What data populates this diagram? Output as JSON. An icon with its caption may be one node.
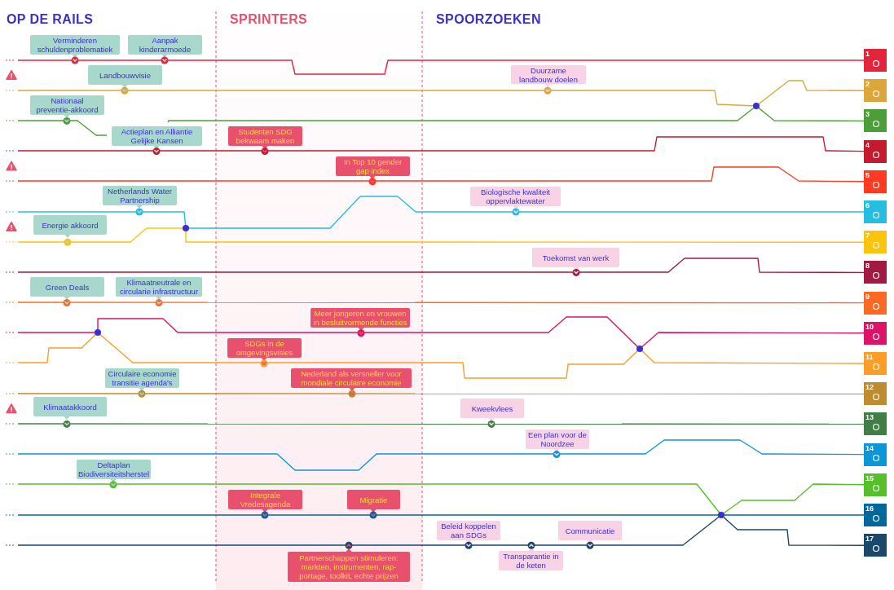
{
  "diagram": {
    "nodes": [
      {
        "text": [
          "Verminderen schuldenproblematiek"
        ]
      },
      {
        "text": [
          "Aanpak kinderarmoede"
        ]
      },
      {
        "text": [
          "Landbouwvisie"
        ]
      },
      {
        "text": [
          "Nationaal preventie-akkoord"
        ]
      },
      {
        "text": [
          "Actieplan en Alliantie Gelijke Kansen"
        ]
      },
      {
        "text": [
          "Studenten SDG bekwaam maken"
        ]
      },
      {
        "text": [
          "In Top 10 gender gap index"
        ]
      },
      {
        "text": [
          "Netherlands Water Partnership"
        ]
      },
      {
        "text": [
          "Energie akkoord"
        ]
      },
      {
        "text": [
          "Green Deals"
        ]
      },
      {
        "text": [
          "Klimaatneutrale en circularie infrastructuur"
        ]
      },
      {
        "text": [
          "Meer jongeren en vrouwen in besluitvormende functies"
        ]
      },
      {
        "text": [
          "SDGs in de omgevingsvisies"
        ]
      },
      {
        "text": [
          "Circulaire economie transitie agenda's"
        ]
      },
      {
        "text": [
          "Nederland als versneller voor mondiale circulaire economie"
        ]
      },
      {
        "text": [
          "Klimaatakkoord"
        ]
      },
      {
        "text": [
          "Deltaplan Biodiversiteitsherstel"
        ]
      },
      {
        "text": [
          "Integrale Vredesagenda"
        ]
      },
      {
        "text": [
          "Migratie"
        ]
      },
      {
        "text": [
          "Partnerschappen stimuleren: markten, instrumenten, rap-portage, toolkit, echte prijzen"
        ]
      },
      {
        "text": [
          "Duurzame landbouw doelen"
        ]
      },
      {
        "text": [
          "Biologische kwaliteit oppervlaktewater"
        ]
      },
      {
        "text": [
          "Toekomst van werk"
        ]
      },
      {
        "text": [
          "Kweekvlees"
        ]
      },
      {
        "text": [
          "Een plan voor de Noordzee"
        ]
      },
      {
        "text": [
          "Beleid koppelen aan SDGs"
        ]
      },
      {
        "text": [
          "Transparantie in de keten"
        ]
      },
      {
        "text": [
          "Communicatie"
        ]
      },
      {
        "text": [
          "1"
        ]
      },
      {
        "text": [
          "2"
        ]
      },
      {
        "text": [
          "3"
        ]
      },
      {
        "text": [
          "4"
        ]
      },
      {
        "text": [
          "5"
        ]
      },
      {
        "text": [
          "6"
        ]
      },
      {
        "text": [
          "7"
        ]
      },
      {
        "text": [
          "8"
        ]
      },
      {
        "text": [
          "9"
        ]
      },
      {
        "text": [
          "10"
        ]
      },
      {
        "text": [
          "11"
        ]
      },
      {
        "text": [
          "12"
        ]
      },
      {
        "text": [
          "13"
        ]
      },
      {
        "text": [
          "14"
        ]
      },
      {
        "text": [
          "15"
        ]
      },
      {
        "text": [
          "16"
        ]
      },
      {
        "text": [
          "17"
        ]
      }
    ],
    "edges": [
      {
        "from": null,
        "to": 28,
        "arrow": "none",
        "color": "#e5243b"
      },
      {
        "from": null,
        "to": 29,
        "arrow": "none",
        "color": "#dda63a"
      },
      {
        "from": null,
        "to": 30,
        "arrow": "none",
        "color": "#4c9f38"
      },
      {
        "from": null,
        "to": 31,
        "arrow": "none",
        "color": "#c5192d"
      },
      {
        "from": null,
        "to": 32,
        "arrow": "none",
        "color": "#ff3a21"
      },
      {
        "from": null,
        "to": 33,
        "arrow": "none",
        "color": "#26bde2"
      },
      {
        "from": null,
        "to": 34,
        "arrow": "none",
        "color": "#fcc30b"
      },
      {
        "from": null,
        "to": 35,
        "arrow": "none",
        "color": "#a21942"
      },
      {
        "from": null,
        "to": 36,
        "arrow": "none",
        "color": "#fd6925"
      },
      {
        "from": null,
        "to": 37,
        "arrow": "none",
        "color": "#dd1367"
      },
      {
        "from": null,
        "to": 38,
        "arrow": "none",
        "color": "#fd9d24"
      },
      {
        "from": null,
        "to": 39,
        "arrow": "none",
        "color": "#bf8b2e"
      },
      {
        "from": null,
        "to": 40,
        "arrow": "none",
        "color": "#3f7e44"
      },
      {
        "from": null,
        "to": 41,
        "arrow": "none",
        "color": "#0a97d9"
      },
      {
        "from": null,
        "to": 42,
        "arrow": "none",
        "color": "#56c02b"
      },
      {
        "from": null,
        "to": 43,
        "arrow": "none",
        "color": "#00689d"
      },
      {
        "from": null,
        "to": 44,
        "arrow": "none",
        "color": "#19486a"
      }
    ],
    "labels": [
      "OP DE RAILS",
      "SPRINTERS",
      "SPOORZOEKEN"
    ]
  }
}
